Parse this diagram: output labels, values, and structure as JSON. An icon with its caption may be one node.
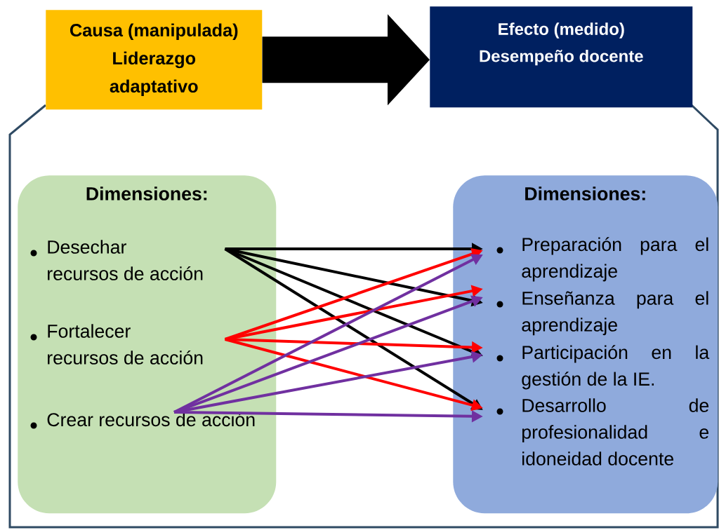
{
  "diagram": {
    "nodes": [
      {
        "text": [
          "Causa (manipulada)",
          "Liderazgo adaptativo"
        ]
      },
      {
        "text": [
          "Efecto (medido)",
          "Desempeño docente"
        ]
      },
      {
        "text": [
          "Dimensiones:"
        ]
      },
      {
        "text": [
          "Desechar recursos de acción"
        ],
        "in": 2
      },
      {
        "text": [
          "Fortalecer recursos de acción"
        ],
        "in": 2
      },
      {
        "text": [
          "Crear recursos de acción"
        ],
        "in": 2
      },
      {
        "text": [
          "Dimensiones:"
        ]
      },
      {
        "text": [
          "Preparación para el aprendizaje"
        ],
        "in": 6
      },
      {
        "text": [
          "Enseñanza para el aprendizaje"
        ],
        "in": 6
      },
      {
        "text": [
          "Participación en la gestión de la IE."
        ],
        "in": 6
      },
      {
        "text": [
          "Desarrollo de profesionalidad e idoneidad docente"
        ],
        "in": 6
      }
    ],
    "edges": [
      {
        "from": 0,
        "to": 1,
        "arrow": "to",
        "style": "thick"
      },
      {
        "from": 3,
        "to": 7,
        "arrow": "to"
      },
      {
        "from": 3,
        "to": 8,
        "arrow": "to"
      },
      {
        "from": 3,
        "to": 9,
        "arrow": "to"
      },
      {
        "from": 3,
        "to": 10,
        "arrow": "to"
      },
      {
        "from": 4,
        "to": 7,
        "arrow": "to",
        "color": "#ff0000"
      },
      {
        "from": 4,
        "to": 8,
        "arrow": "to",
        "color": "#ff0000"
      },
      {
        "from": 4,
        "to": 9,
        "arrow": "to",
        "color": "#ff0000"
      },
      {
        "from": 4,
        "to": 10,
        "arrow": "to",
        "color": "#ff0000"
      },
      {
        "from": 5,
        "to": 7,
        "arrow": "to",
        "color": "#7030a0"
      },
      {
        "from": 5,
        "to": 8,
        "arrow": "to",
        "color": "#7030a0"
      },
      {
        "from": 5,
        "to": 9,
        "arrow": "to",
        "color": "#7030a0"
      },
      {
        "from": 5,
        "to": 10,
        "arrow": "to",
        "color": "#7030a0"
      }
    ]
  }
}
